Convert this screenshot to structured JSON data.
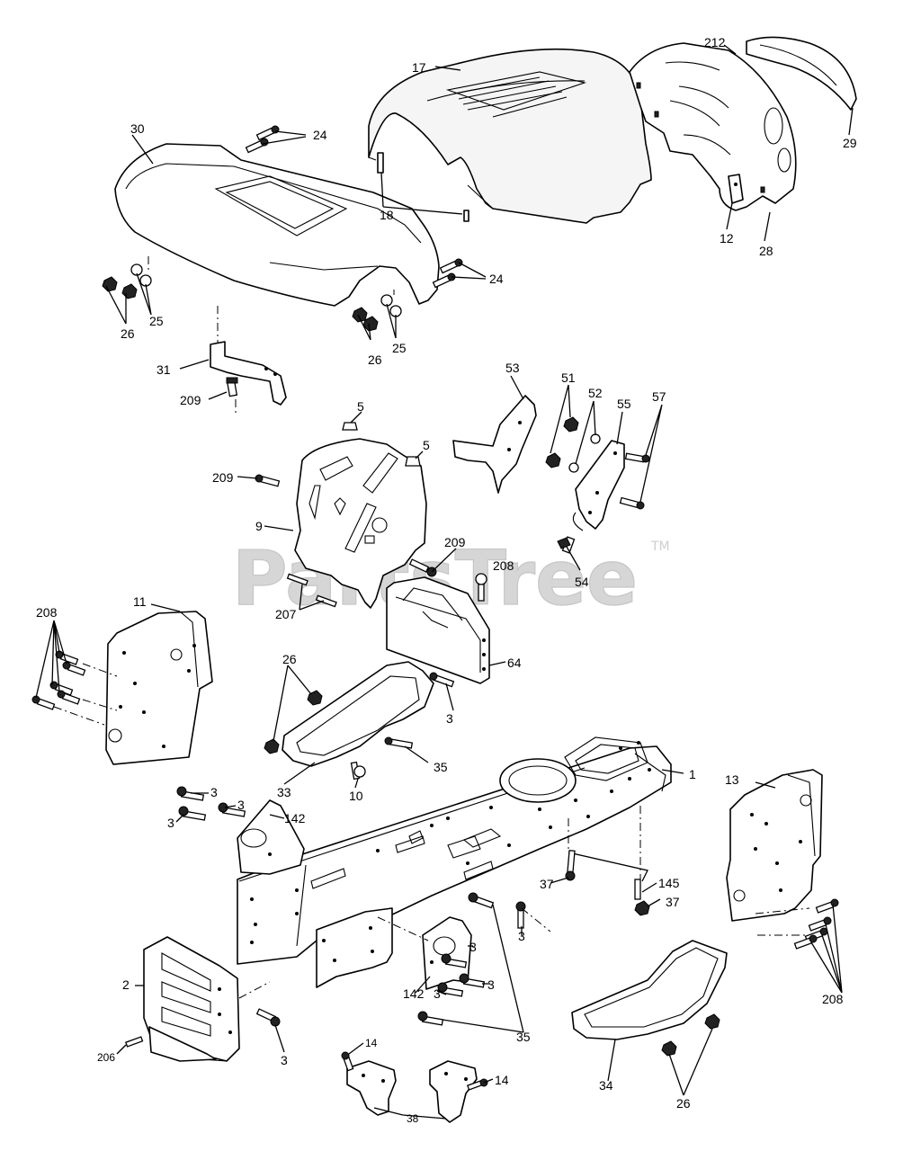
{
  "watermark": {
    "text": "PartsTree",
    "trademark": "TM"
  },
  "callouts": [
    {
      "id": "c17",
      "text": "17"
    },
    {
      "id": "c212",
      "text": "212"
    },
    {
      "id": "c30",
      "text": "30"
    },
    {
      "id": "c24a",
      "text": "24"
    },
    {
      "id": "c29",
      "text": "29"
    },
    {
      "id": "c18",
      "text": "18"
    },
    {
      "id": "c12",
      "text": "12"
    },
    {
      "id": "c28",
      "text": "28"
    },
    {
      "id": "c24b",
      "text": "24"
    },
    {
      "id": "c25a",
      "text": "25"
    },
    {
      "id": "c26a",
      "text": "26"
    },
    {
      "id": "c25b",
      "text": "25"
    },
    {
      "id": "c26b",
      "text": "26"
    },
    {
      "id": "c31",
      "text": "31"
    },
    {
      "id": "c209a",
      "text": "209"
    },
    {
      "id": "c53",
      "text": "53"
    },
    {
      "id": "c51",
      "text": "51"
    },
    {
      "id": "c52",
      "text": "52"
    },
    {
      "id": "c55",
      "text": "55"
    },
    {
      "id": "c57",
      "text": "57"
    },
    {
      "id": "c5a",
      "text": "5"
    },
    {
      "id": "c5b",
      "text": "5"
    },
    {
      "id": "c209b",
      "text": "209"
    },
    {
      "id": "c9",
      "text": "9"
    },
    {
      "id": "c209c",
      "text": "209"
    },
    {
      "id": "c54",
      "text": "54"
    },
    {
      "id": "c208a",
      "text": "208"
    },
    {
      "id": "c11",
      "text": "11"
    },
    {
      "id": "c208b",
      "text": "208"
    },
    {
      "id": "c207",
      "text": "207"
    },
    {
      "id": "c64",
      "text": "64"
    },
    {
      "id": "c26c",
      "text": "26"
    },
    {
      "id": "c3a",
      "text": "3"
    },
    {
      "id": "c35a",
      "text": "35"
    },
    {
      "id": "c33",
      "text": "33"
    },
    {
      "id": "c10",
      "text": "10"
    },
    {
      "id": "c1",
      "text": "1"
    },
    {
      "id": "c13",
      "text": "13"
    },
    {
      "id": "c3b",
      "text": "3"
    },
    {
      "id": "c3c",
      "text": "3"
    },
    {
      "id": "c3d",
      "text": "3"
    },
    {
      "id": "c142a",
      "text": "142"
    },
    {
      "id": "c37a",
      "text": "37"
    },
    {
      "id": "c145",
      "text": "145"
    },
    {
      "id": "c37b",
      "text": "37"
    },
    {
      "id": "c3e",
      "text": "3"
    },
    {
      "id": "c3f",
      "text": "3"
    },
    {
      "id": "c3g",
      "text": "3"
    },
    {
      "id": "c2",
      "text": "2"
    },
    {
      "id": "c142b",
      "text": "142"
    },
    {
      "id": "c3h",
      "text": "3"
    },
    {
      "id": "c208c",
      "text": "208"
    },
    {
      "id": "c35b",
      "text": "35"
    },
    {
      "id": "c206",
      "text": "206"
    },
    {
      "id": "c3i",
      "text": "3"
    },
    {
      "id": "c14a",
      "text": "14"
    },
    {
      "id": "c14b",
      "text": "14"
    },
    {
      "id": "c34",
      "text": "34"
    },
    {
      "id": "c26d",
      "text": "26"
    },
    {
      "id": "c38",
      "text": "38"
    }
  ]
}
